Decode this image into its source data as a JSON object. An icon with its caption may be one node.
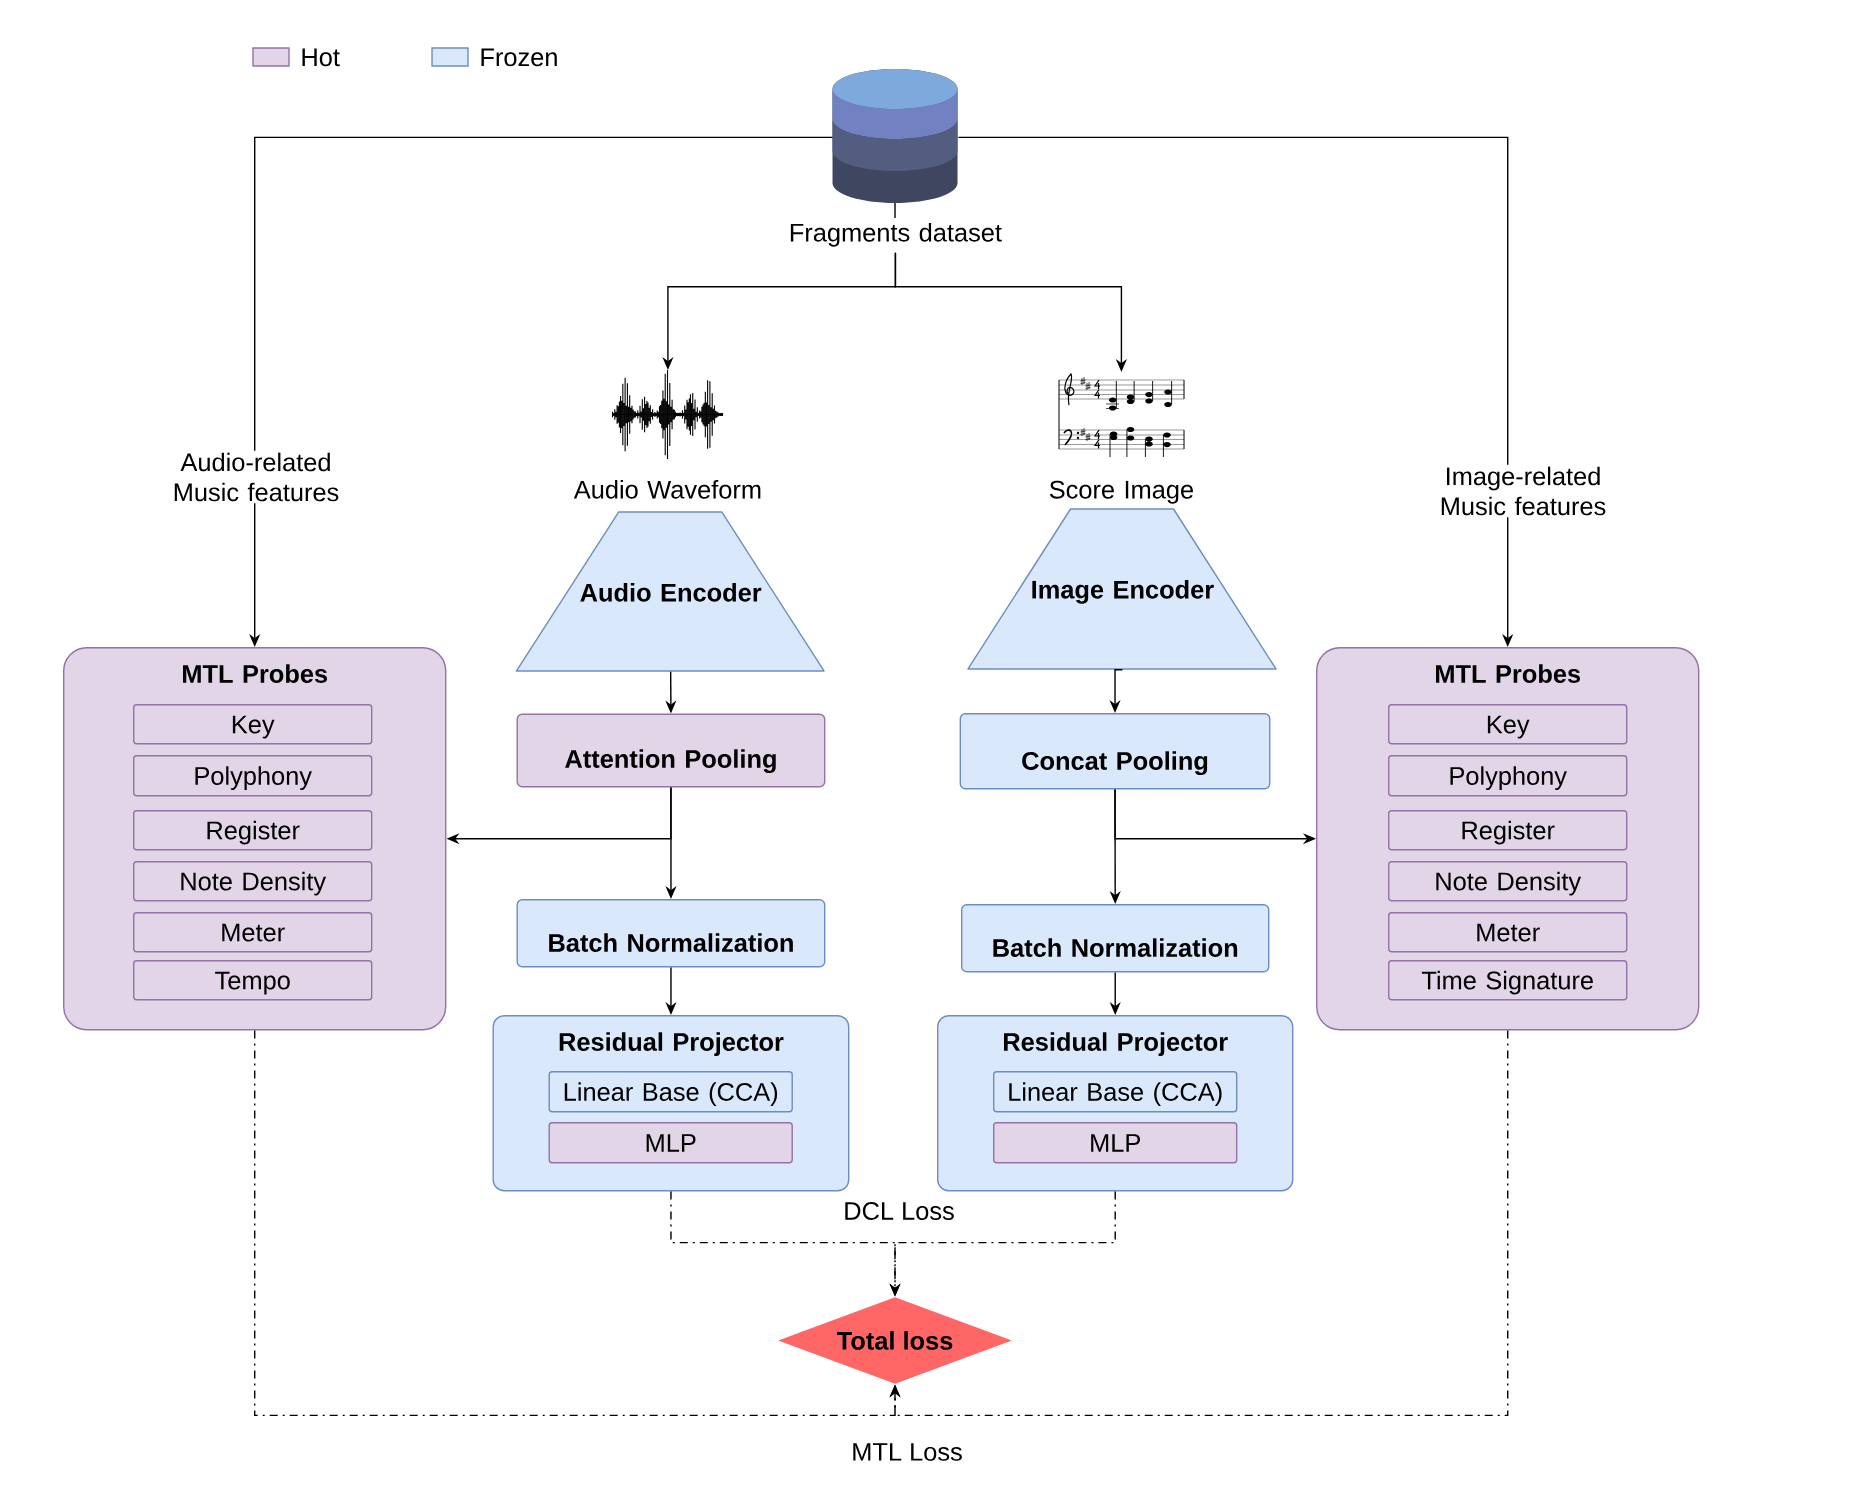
{
  "diagram": {
    "nodes": [
      {
        "text": [
          "Fragments dataset"
        ]
      },
      {
        "text": [
          "Audio Waveform"
        ]
      },
      {
        "text": [
          "Score Image"
        ]
      },
      {
        "text": [
          "Audio Encoder"
        ]
      },
      {
        "text": [
          "Image Encoder"
        ]
      },
      {
        "text": [
          "MTL Probes"
        ]
      },
      {
        "text": [
          "Key"
        ],
        "in": 5
      },
      {
        "text": [
          "Polyphony"
        ],
        "in": 5
      },
      {
        "text": [
          "Register"
        ],
        "in": 5
      },
      {
        "text": [
          "Note Density"
        ],
        "in": 5
      },
      {
        "text": [
          "Meter"
        ],
        "in": 5
      },
      {
        "text": [
          "Tempo"
        ],
        "in": 5
      },
      {
        "text": [
          "Attention Pooling"
        ]
      },
      {
        "text": [
          "Concat Pooling"
        ]
      },
      {
        "text": [
          "MTL Probes"
        ]
      },
      {
        "text": [
          "Key"
        ],
        "in": 14
      },
      {
        "text": [
          "Polyphony"
        ],
        "in": 14
      },
      {
        "text": [
          "Register"
        ],
        "in": 14
      },
      {
        "text": [
          "Note Density"
        ],
        "in": 14
      },
      {
        "text": [
          "Meter"
        ],
        "in": 14
      },
      {
        "text": [
          "Time Signature"
        ],
        "in": 14
      },
      {
        "text": [
          "Batch Normalization"
        ]
      },
      {
        "text": [
          "Batch Normalization"
        ]
      },
      {
        "text": [
          "Residual Projector"
        ]
      },
      {
        "text": [
          "Linear Base (CCA)"
        ],
        "in": 23
      },
      {
        "text": [
          "MLP"
        ],
        "in": 23
      },
      {
        "text": [
          "Residual Projector"
        ]
      },
      {
        "text": [
          "Linear Base (CCA)"
        ],
        "in": 26
      },
      {
        "text": [
          "MLP"
        ],
        "in": 26
      },
      {
        "text": [
          "Total loss"
        ]
      }
    ],
    "edges": [
      {
        "from": 0,
        "to": 5,
        "arrow": "to",
        "label": "Audio-related Music features"
      },
      {
        "from": 0,
        "to": 14,
        "arrow": "to",
        "label": "Image-related Music features"
      },
      {
        "from": 0,
        "to": 1,
        "arrow": "to"
      },
      {
        "from": 0,
        "to": 2,
        "arrow": "to"
      },
      {
        "from": 3,
        "to": 12,
        "arrow": "to"
      },
      {
        "from": 4,
        "to": 13,
        "arrow": "to"
      },
      {
        "from": 12,
        "to": 5,
        "arrow": "to"
      },
      {
        "from": 12,
        "to": 21,
        "arrow": "to"
      },
      {
        "from": 13,
        "to": 14,
        "arrow": "to"
      },
      {
        "from": 13,
        "to": 22,
        "arrow": "to"
      },
      {
        "from": 21,
        "to": 23,
        "arrow": "to"
      },
      {
        "from": 22,
        "to": 26,
        "arrow": "to"
      },
      {
        "from": 23,
        "to": 29,
        "arrow": "to",
        "style": "dashed",
        "label": "DCL Loss"
      },
      {
        "from": 26,
        "to": 29,
        "arrow": "to",
        "style": "dashed"
      },
      {
        "from": 5,
        "to": 29,
        "arrow": "to",
        "style": "dashed",
        "label": "MTL Loss"
      },
      {
        "from": 14,
        "to": 29,
        "arrow": "to",
        "style": "dashed"
      }
    ],
    "legend": [
      {
        "text": "Hot",
        "color": "#e1d5e7"
      },
      {
        "text": "Frozen",
        "color": "#dae8fc"
      }
    ]
  }
}
